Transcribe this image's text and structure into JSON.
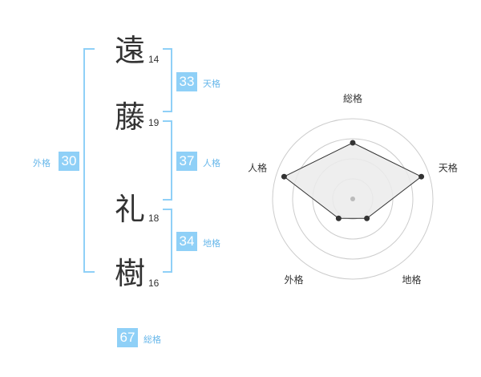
{
  "name": {
    "chars": [
      {
        "char": "遠",
        "strokes": "14"
      },
      {
        "char": "藤",
        "strokes": "19"
      },
      {
        "char": "礼",
        "strokes": "18"
      },
      {
        "char": "樹",
        "strokes": "16"
      }
    ]
  },
  "fortunes": {
    "tenkaku": {
      "value": "33",
      "label": "天格"
    },
    "jinkaku": {
      "value": "37",
      "label": "人格"
    },
    "chikaku": {
      "value": "34",
      "label": "地格"
    },
    "gaikaku": {
      "value": "30",
      "label": "外格"
    },
    "soukaku": {
      "value": "67",
      "label": "総格"
    }
  },
  "chart_data": {
    "type": "radar",
    "axes": [
      "総格",
      "天格",
      "地格",
      "外格",
      "人格"
    ],
    "values": [
      3.5,
      4.5,
      1.5,
      1.5,
      4.5
    ],
    "max": 5,
    "rings": 4,
    "colors": {
      "fill": "#ebebeb",
      "stroke": "#333333",
      "ring": "#cccccc",
      "point": "#333333",
      "center": "#bbbbbb"
    }
  }
}
